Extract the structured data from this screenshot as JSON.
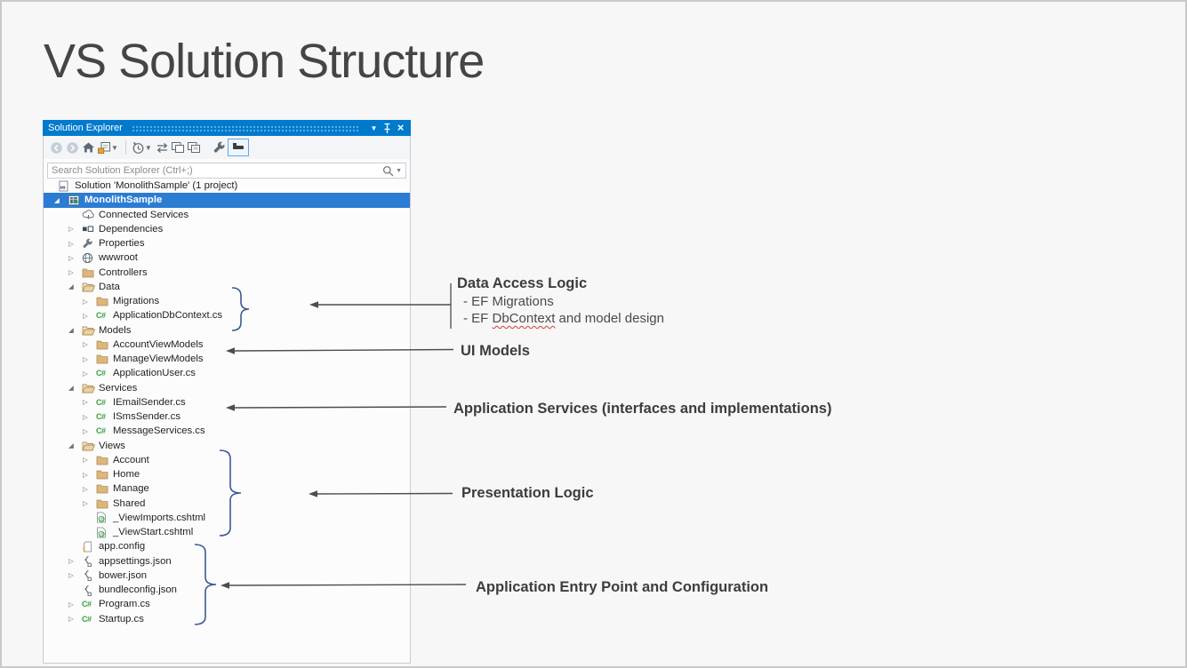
{
  "slide": {
    "title": "VS Solution Structure"
  },
  "panel": {
    "title": "Solution Explorer",
    "titlebar_icons": [
      "window-position-caret",
      "pin",
      "close"
    ],
    "toolbar_icons": [
      "back",
      "forward",
      "home",
      "collapse-all",
      "history",
      "sync",
      "preview-window",
      "copy-docs",
      "properties-wrench",
      "show-all-files-toggle"
    ],
    "search": {
      "placeholder": "Search Solution Explorer (Ctrl+;)"
    }
  },
  "tree": {
    "items": [
      {
        "label": "Solution 'MonolithSample' (1 project)",
        "icon": "solution",
        "level": 0,
        "expander": "none",
        "selected": false
      },
      {
        "label": "MonolithSample",
        "icon": "project",
        "level": 1,
        "expander": "expanded",
        "selected": true
      },
      {
        "label": "Connected Services",
        "icon": "cloud",
        "level": 2,
        "expander": "none",
        "selected": false
      },
      {
        "label": "Dependencies",
        "icon": "dependencies",
        "level": 2,
        "expander": "collapsed",
        "selected": false
      },
      {
        "label": "Properties",
        "icon": "wrench",
        "level": 2,
        "expander": "collapsed",
        "selected": false
      },
      {
        "label": "wwwroot",
        "icon": "globe",
        "level": 2,
        "expander": "collapsed",
        "selected": false
      },
      {
        "label": "Controllers",
        "icon": "folder",
        "level": 2,
        "expander": "collapsed",
        "selected": false
      },
      {
        "label": "Data",
        "icon": "folder-open",
        "level": 2,
        "expander": "expanded",
        "selected": false
      },
      {
        "label": "Migrations",
        "icon": "folder",
        "level": 3,
        "expander": "collapsed",
        "selected": false
      },
      {
        "label": "ApplicationDbContext.cs",
        "icon": "csharp",
        "level": 3,
        "expander": "collapsed",
        "selected": false
      },
      {
        "label": "Models",
        "icon": "folder-open",
        "level": 2,
        "expander": "expanded",
        "selected": false
      },
      {
        "label": "AccountViewModels",
        "icon": "folder",
        "level": 3,
        "expander": "collapsed",
        "selected": false
      },
      {
        "label": "ManageViewModels",
        "icon": "folder",
        "level": 3,
        "expander": "collapsed",
        "selected": false
      },
      {
        "label": "ApplicationUser.cs",
        "icon": "csharp",
        "level": 3,
        "expander": "collapsed",
        "selected": false
      },
      {
        "label": "Services",
        "icon": "folder-open",
        "level": 2,
        "expander": "expanded",
        "selected": false
      },
      {
        "label": "IEmailSender.cs",
        "icon": "csharp",
        "level": 3,
        "expander": "collapsed",
        "selected": false
      },
      {
        "label": "ISmsSender.cs",
        "icon": "csharp",
        "level": 3,
        "expander": "collapsed",
        "selected": false
      },
      {
        "label": "MessageServices.cs",
        "icon": "csharp",
        "level": 3,
        "expander": "collapsed",
        "selected": false
      },
      {
        "label": "Views",
        "icon": "folder-open",
        "level": 2,
        "expander": "expanded",
        "selected": false
      },
      {
        "label": "Account",
        "icon": "folder",
        "level": 3,
        "expander": "collapsed",
        "selected": false
      },
      {
        "label": "Home",
        "icon": "folder",
        "level": 3,
        "expander": "collapsed",
        "selected": false
      },
      {
        "label": "Manage",
        "icon": "folder",
        "level": 3,
        "expander": "collapsed",
        "selected": false
      },
      {
        "label": "Shared",
        "icon": "folder",
        "level": 3,
        "expander": "collapsed",
        "selected": false
      },
      {
        "label": "_ViewImports.cshtml",
        "icon": "cshtml",
        "level": 3,
        "expander": "none",
        "selected": false
      },
      {
        "label": "_ViewStart.cshtml",
        "icon": "cshtml",
        "level": 3,
        "expander": "none",
        "selected": false
      },
      {
        "label": "app.config",
        "icon": "config",
        "level": 2,
        "expander": "none",
        "selected": false
      },
      {
        "label": "appsettings.json",
        "icon": "json",
        "level": 2,
        "expander": "collapsed",
        "selected": false
      },
      {
        "label": "bower.json",
        "icon": "json",
        "level": 2,
        "expander": "collapsed",
        "selected": false
      },
      {
        "label": "bundleconfig.json",
        "icon": "json",
        "level": 2,
        "expander": "none",
        "selected": false
      },
      {
        "label": "Program.cs",
        "icon": "csharp",
        "level": 2,
        "expander": "collapsed",
        "selected": false
      },
      {
        "label": "Startup.cs",
        "icon": "csharp",
        "level": 2,
        "expander": "collapsed",
        "selected": false
      }
    ]
  },
  "annotations": [
    {
      "title": "Data Access Logic",
      "bullets": [
        [
          {
            "text": "- EF Migrations"
          }
        ],
        [
          {
            "text": "- EF "
          },
          {
            "text": "DbContext",
            "squiggle": true
          },
          {
            "text": " and model design"
          }
        ]
      ]
    },
    {
      "title": "UI Models",
      "bullets": []
    },
    {
      "title": "Application Services (interfaces and implementations)",
      "bullets": []
    },
    {
      "title": "Presentation Logic",
      "bullets": []
    },
    {
      "title": "Application Entry Point and Configuration",
      "bullets": []
    }
  ],
  "colors": {
    "titlebar_blue": "#007ACC",
    "selection_blue": "#2b7cd3",
    "folder_tan": "#DCB67A",
    "csharp_green": "#37A041",
    "brace_navy": "#3C5A96",
    "arrow_gray": "#4d4d4d",
    "squiggle_red": "#d23f31"
  }
}
